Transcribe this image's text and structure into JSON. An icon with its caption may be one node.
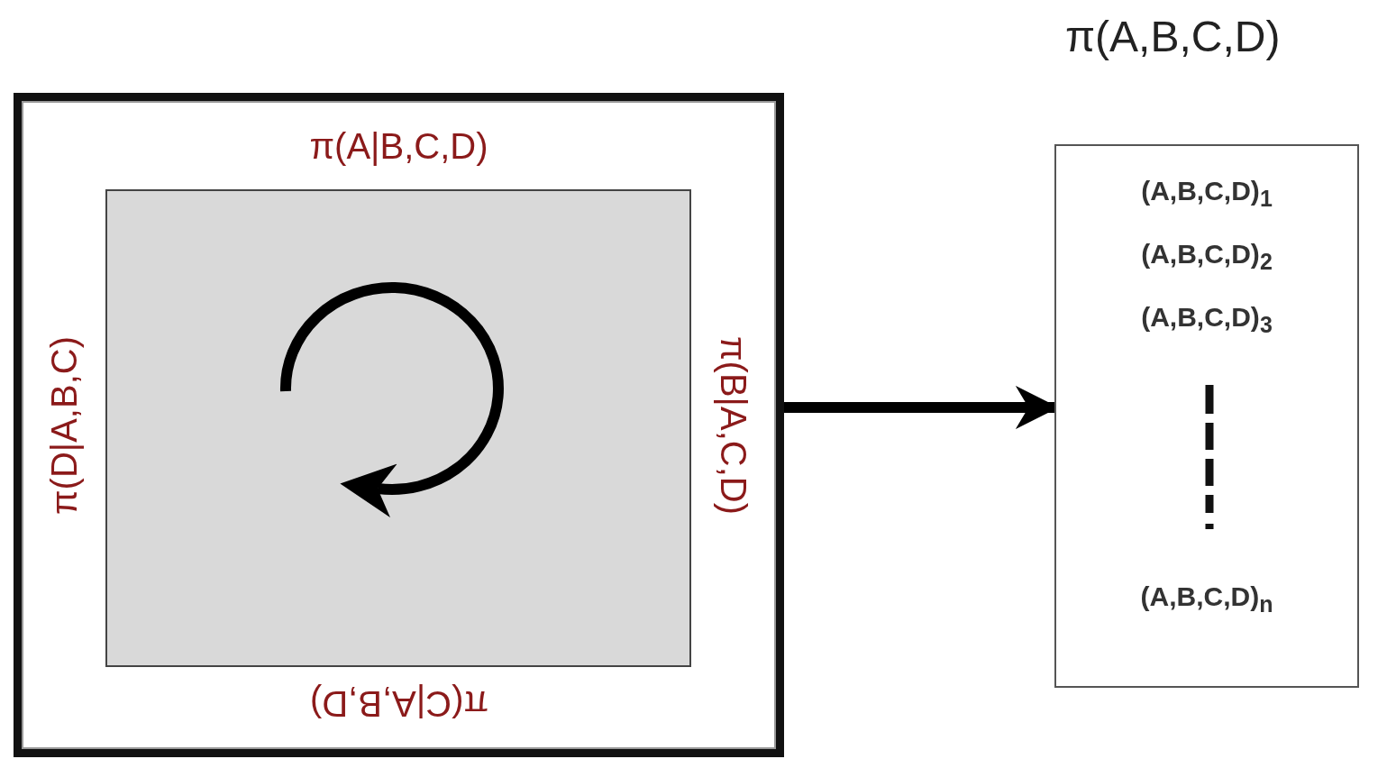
{
  "diagram": {
    "nodes": [
      {
        "text": [
          "π(A|B,C,D)",
          "π(B|A,C,D)",
          "π(C|A,B,D)",
          "π(D|A,B,C)"
        ]
      },
      {
        "text": [],
        "shape": "box",
        "in": 0
      },
      {
        "text": [
          "π(A,B,C,D)",
          "(A,B,C,D)$_{1}$",
          "(A,B,C,D)$_{2}$",
          "(A,B,C,D)$_{3}$",
          "(A,B,C,D)$_{n}$"
        ]
      }
    ],
    "edges": [
      {
        "from": 0,
        "to": 2,
        "arrow": "to"
      }
    ]
  }
}
